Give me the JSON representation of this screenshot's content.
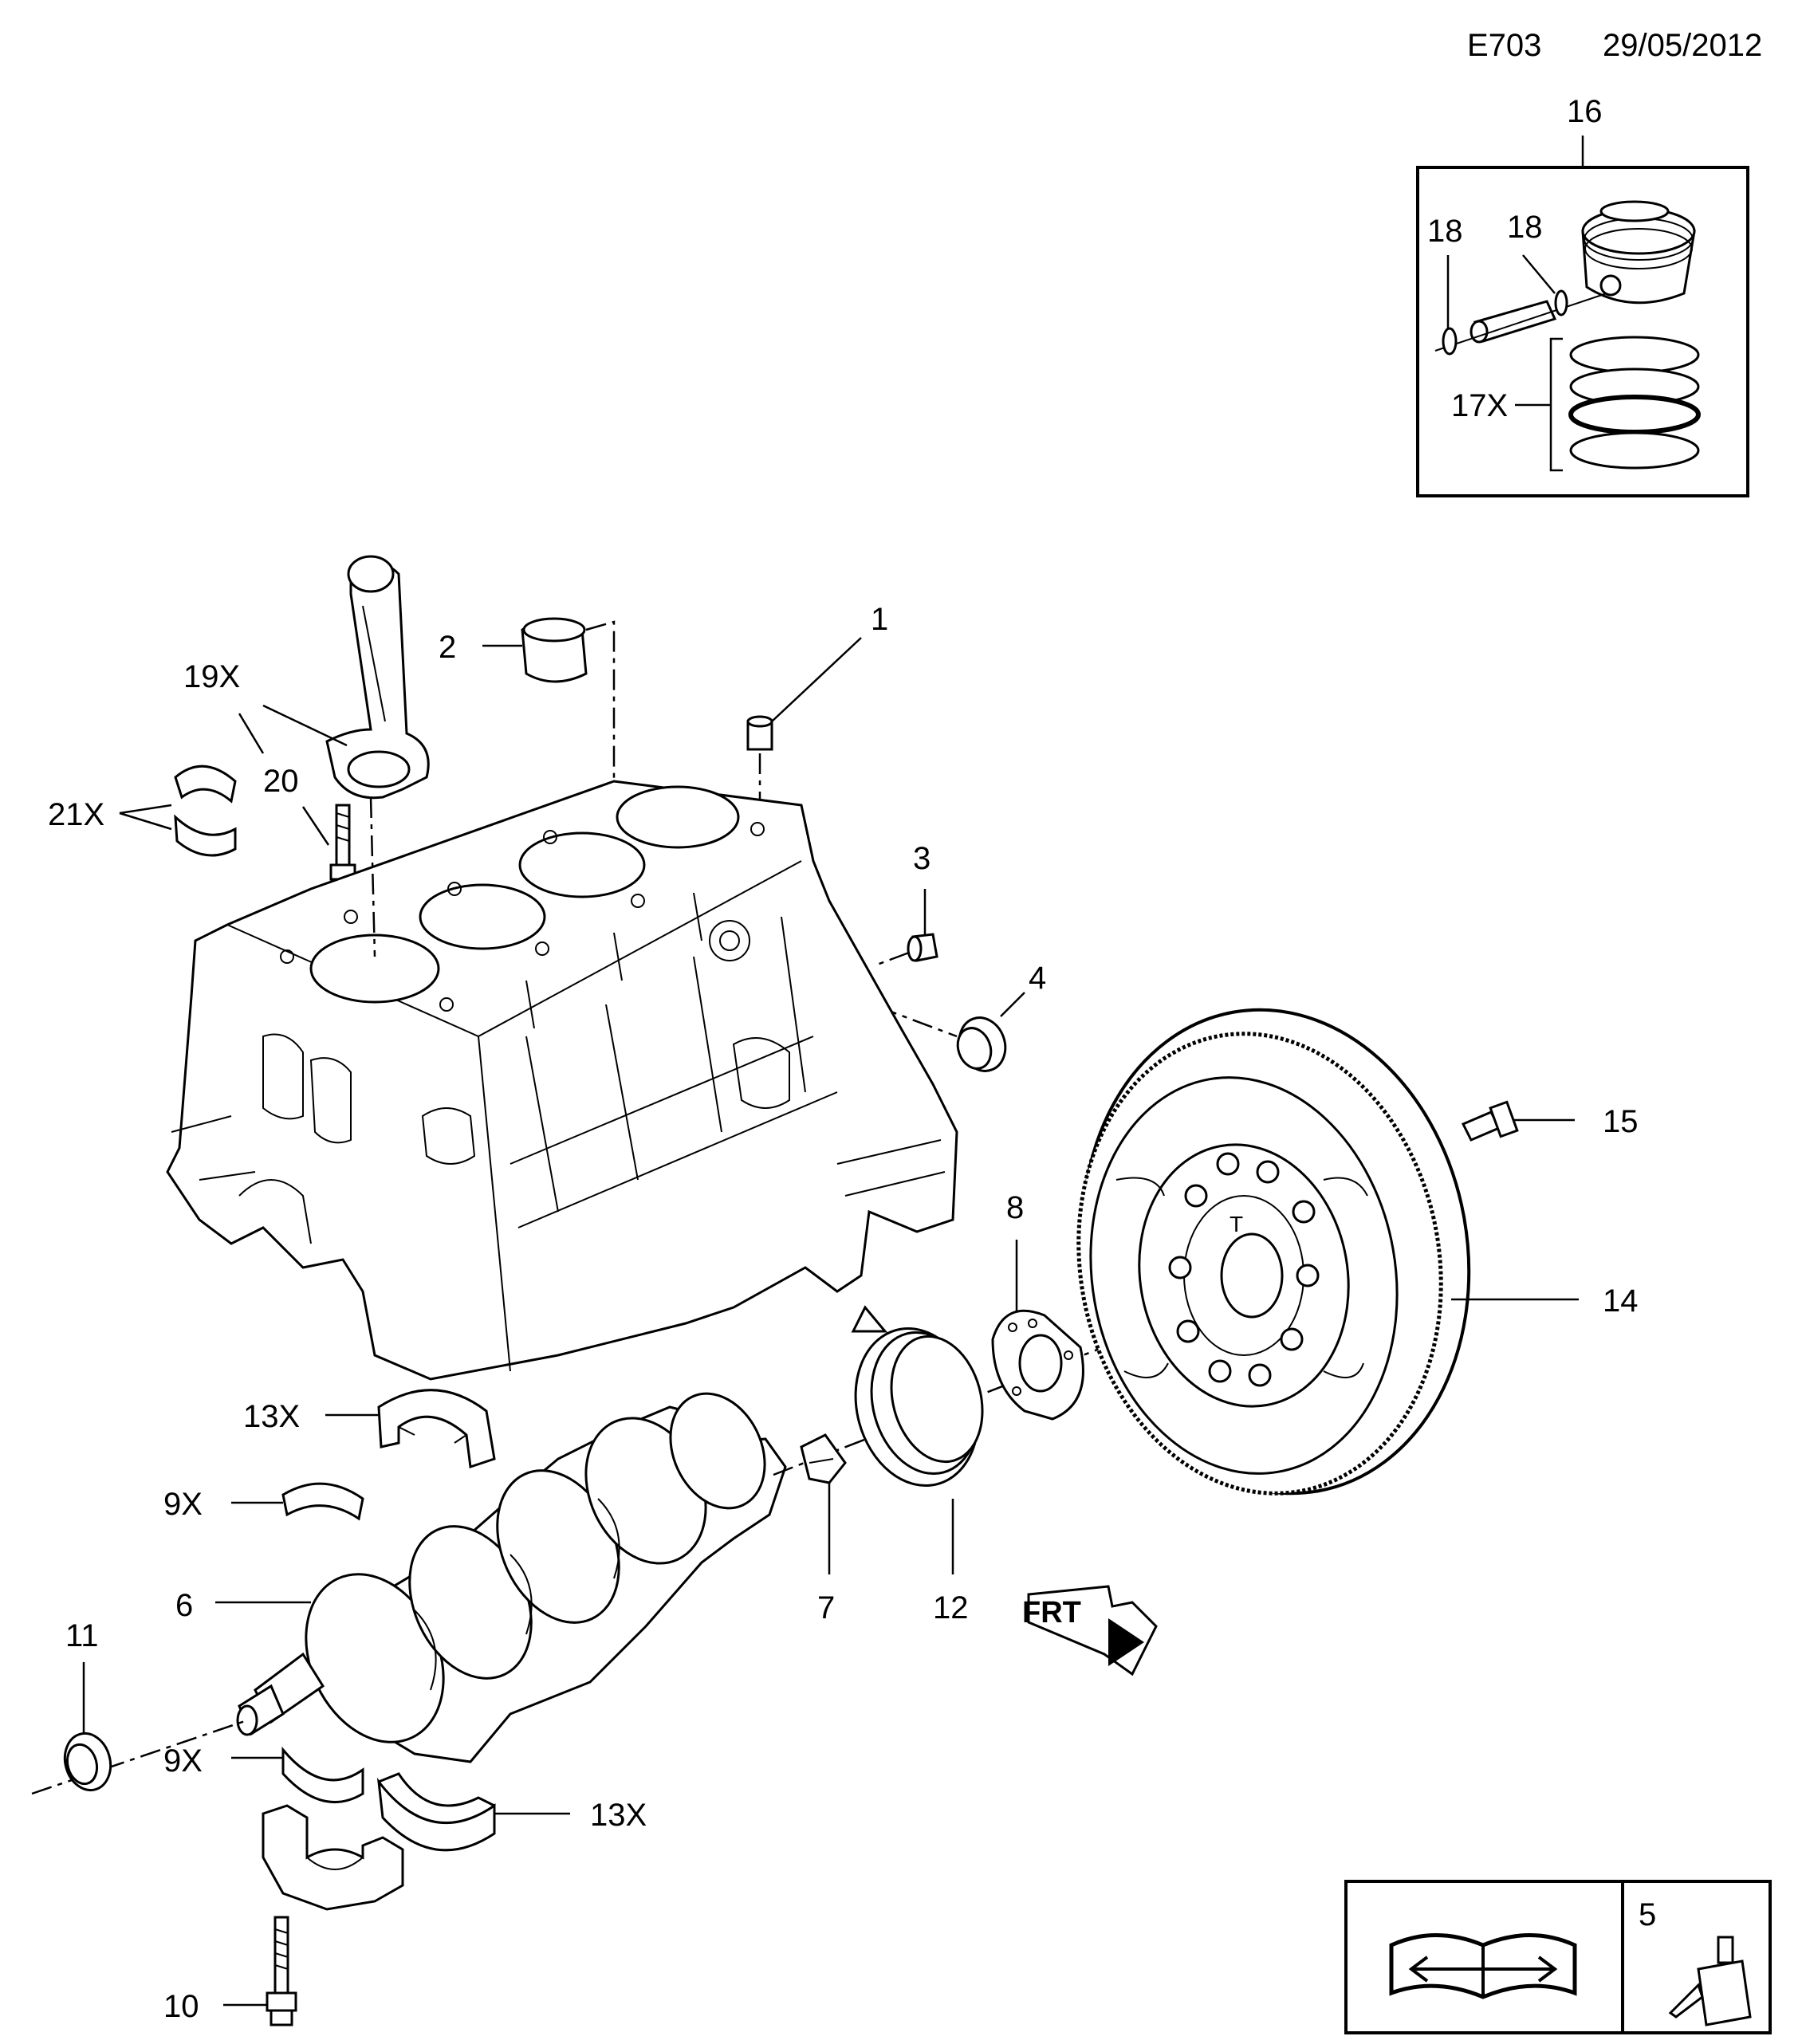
{
  "header": {
    "code": "E703",
    "date": "29/05/2012"
  },
  "callouts": {
    "c1": "1",
    "c2": "2",
    "c3": "3",
    "c4": "4",
    "c5": "5",
    "c6": "6",
    "c7": "7",
    "c8": "8",
    "c9a": "9X",
    "c9b": "9X",
    "c10": "10",
    "c11": "11",
    "c12": "12",
    "c13a": "13X",
    "c13b": "13X",
    "c14": "14",
    "c15": "15",
    "c16": "16",
    "c17": "17X",
    "c18a": "18",
    "c18b": "18",
    "c19": "19X",
    "c20": "20",
    "c21": "21X"
  },
  "front_marker": "FRT",
  "icons": {
    "manual": "repair-manual-wrench-icon",
    "sealant": "sealant-tube-icon"
  }
}
